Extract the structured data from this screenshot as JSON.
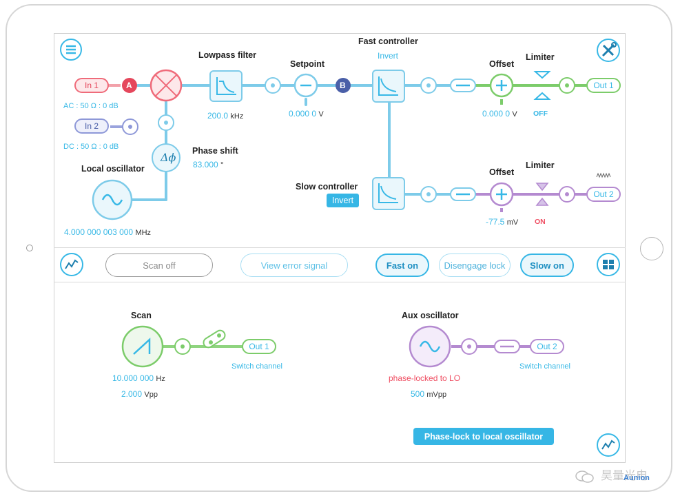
{
  "top": {
    "lowpass": {
      "title": "Lowpass filter",
      "value": "200.0",
      "unit": "kHz"
    },
    "setpoint": {
      "title": "Setpoint",
      "value": "0.000 0",
      "unit": "V"
    },
    "fast": {
      "title": "Fast controller",
      "invert": "Invert"
    },
    "offset1": {
      "title": "Offset",
      "value": "0.000 0",
      "unit": "V"
    },
    "limiter1": {
      "title": "Limiter",
      "state": "OFF"
    },
    "in1": {
      "label": "In 1",
      "coupling": "AC : 50 Ω : 0 dB",
      "marker": "A"
    },
    "in2": {
      "label": "In 2",
      "coupling": "DC : 50 Ω : 0 dB"
    },
    "marker_b": "B",
    "out1": "Out 1",
    "phase": {
      "title": "Phase shift",
      "value": "83.000",
      "unit": "°",
      "symbol": "Δϕ"
    },
    "local_osc": {
      "title": "Local oscillator",
      "value": "4.000 000 003 000",
      "unit": "MHz"
    },
    "slow": {
      "title": "Slow controller",
      "invert": "Invert"
    },
    "offset2": {
      "title": "Offset",
      "value": "-77.5",
      "unit": "mV"
    },
    "limiter2": {
      "title": "Limiter",
      "state": "ON"
    },
    "out2": "Out 2"
  },
  "toolbar": {
    "scan_off": "Scan off",
    "view_error": "View error signal",
    "fast_on": "Fast on",
    "disengage": "Disengage lock",
    "slow_on": "Slow on"
  },
  "bottom": {
    "scan": {
      "title": "Scan",
      "freq": "10.000 000",
      "freq_unit": "Hz",
      "amp": "2.000",
      "amp_unit": "Vpp",
      "out": "Out 1",
      "switch": "Switch channel"
    },
    "aux": {
      "title": "Aux oscillator",
      "status": "phase-locked to LO",
      "amp": "500",
      "amp_unit": "mVpp",
      "out": "Out 2",
      "switch": "Switch channel"
    },
    "phase_lock_btn": "Phase-lock to local oscillator"
  },
  "watermark": "昊量光电",
  "watermark_logo": "Aunion",
  "colors": {
    "blue": "#37b8e6",
    "red": "#ef4e62",
    "green": "#7ccc6a",
    "purple": "#a577c7",
    "navy": "#4a5fa8"
  }
}
